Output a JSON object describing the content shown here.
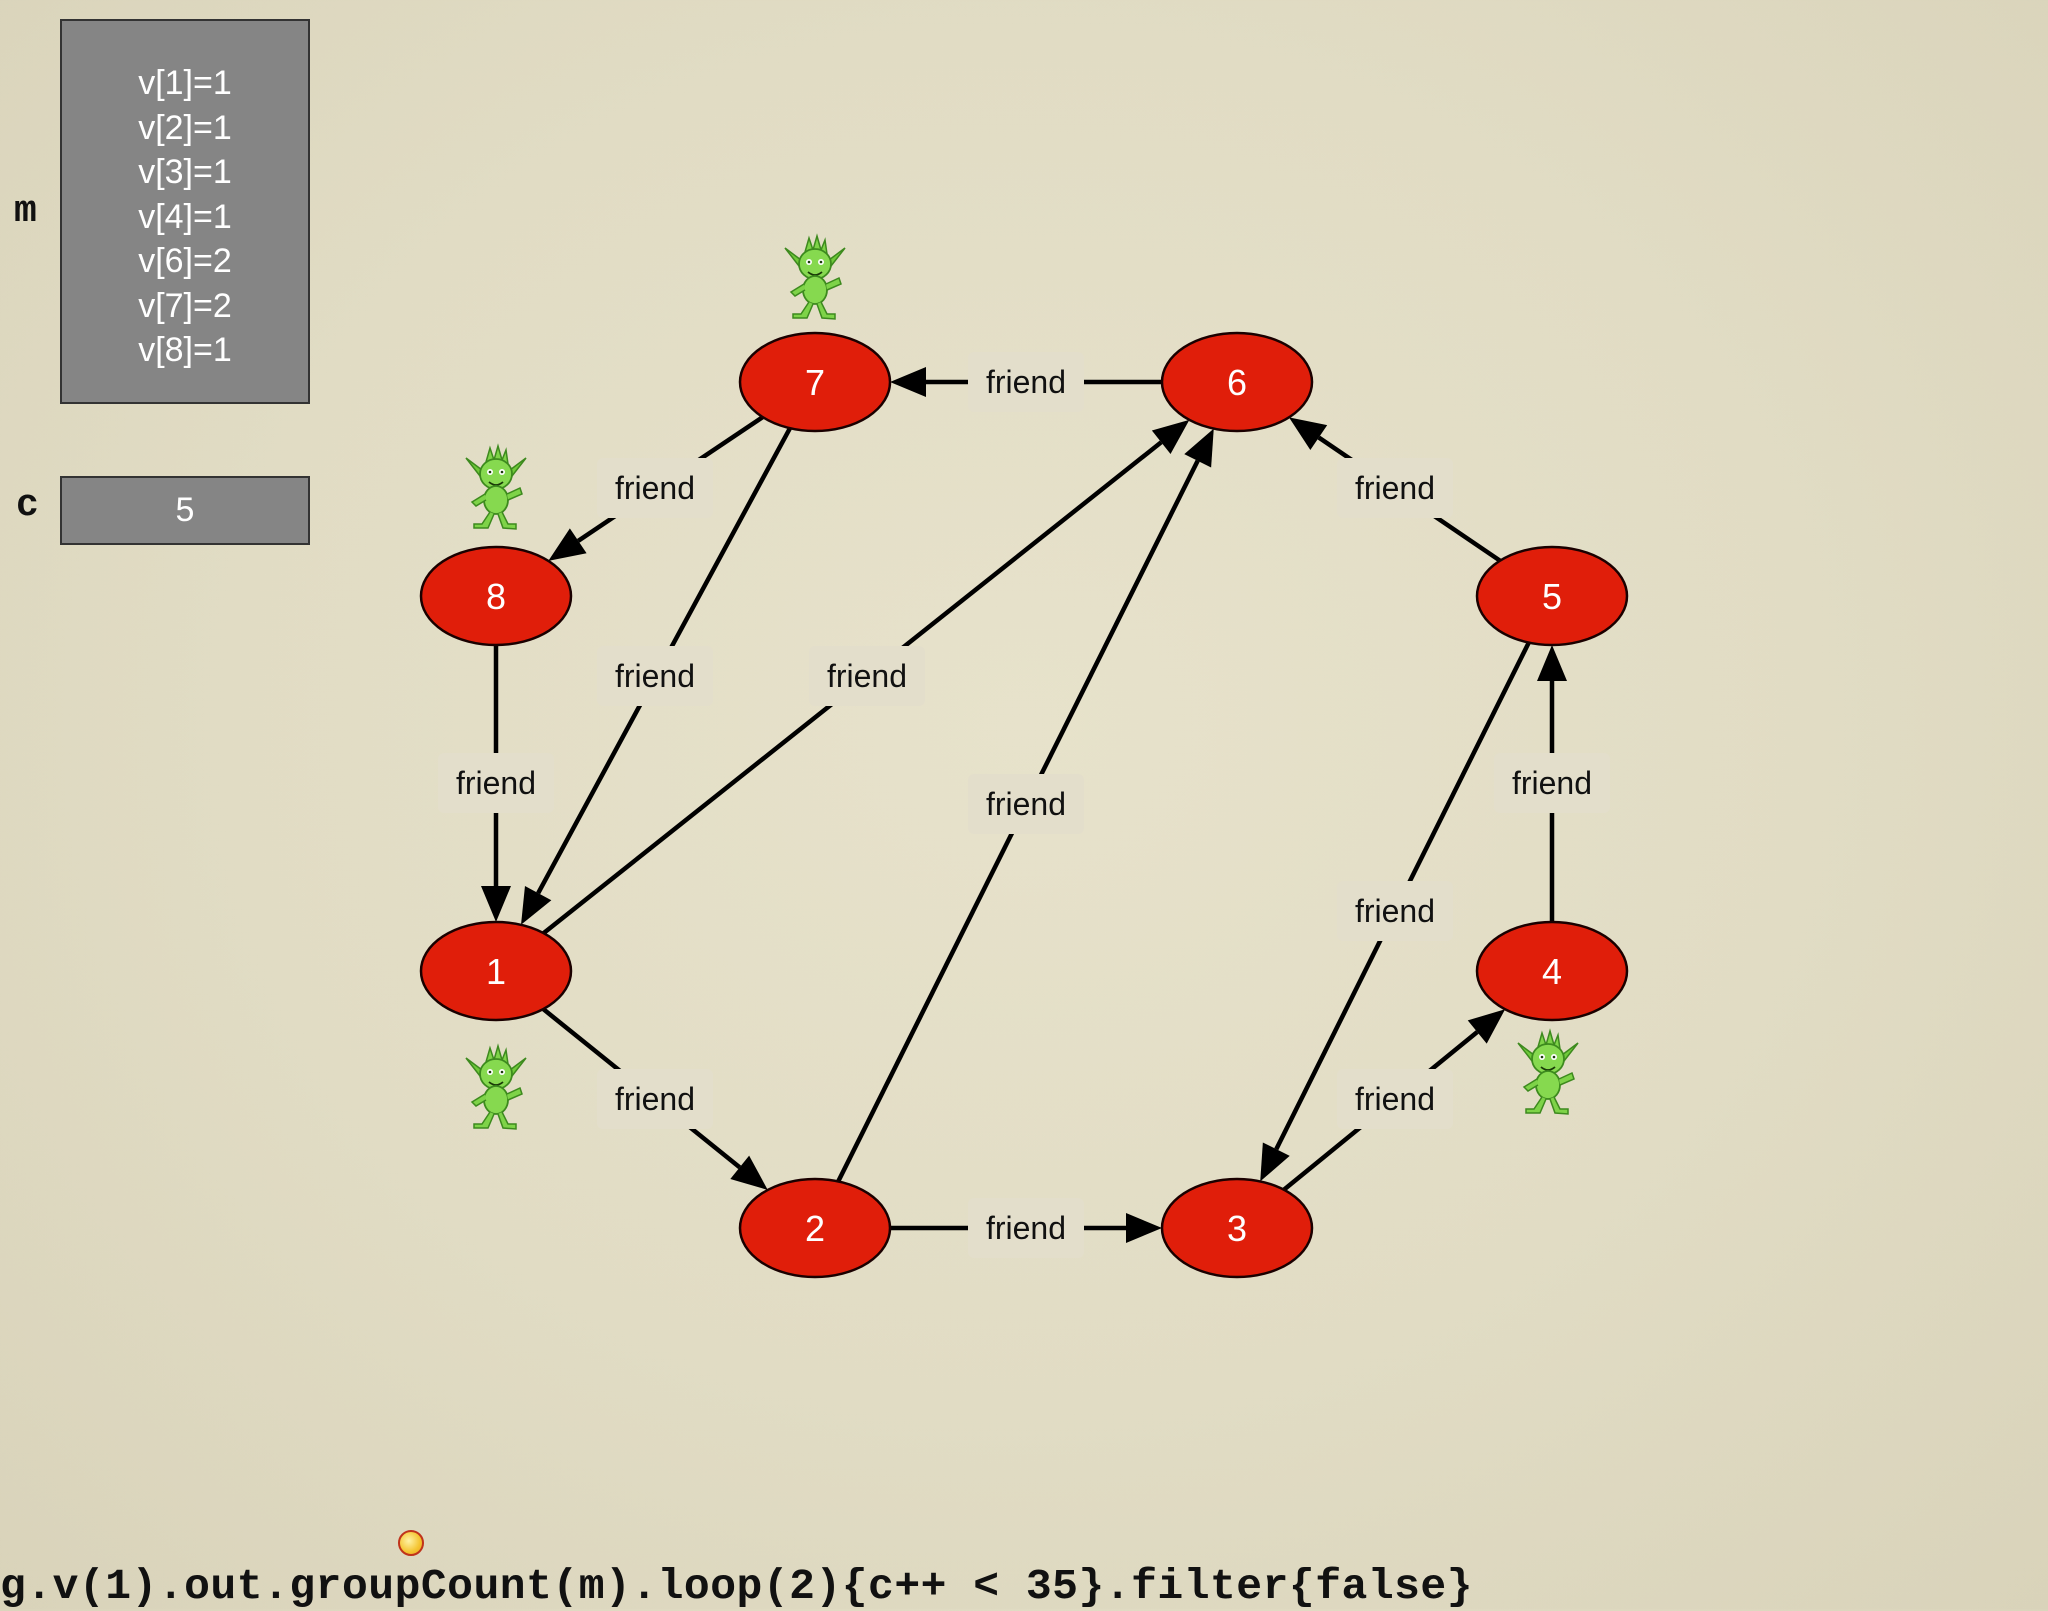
{
  "memory": {
    "label": "m",
    "entries": [
      "v[1]=1",
      "v[2]=1",
      "v[3]=1",
      "v[4]=1",
      "v[6]=2",
      "v[7]=2",
      "v[8]=1"
    ]
  },
  "counter": {
    "label": "c",
    "value": "5"
  },
  "graph": {
    "nodes": [
      {
        "id": "1",
        "label": "1"
      },
      {
        "id": "2",
        "label": "2"
      },
      {
        "id": "3",
        "label": "3"
      },
      {
        "id": "4",
        "label": "4"
      },
      {
        "id": "5",
        "label": "5"
      },
      {
        "id": "6",
        "label": "6"
      },
      {
        "id": "7",
        "label": "7"
      },
      {
        "id": "8",
        "label": "8"
      }
    ],
    "edges": [
      {
        "from": "6",
        "to": "7",
        "label": "friend"
      },
      {
        "from": "7",
        "to": "8",
        "label": "friend"
      },
      {
        "from": "7",
        "to": "1",
        "label": "friend"
      },
      {
        "from": "1",
        "to": "6",
        "label": "friend"
      },
      {
        "from": "8",
        "to": "1",
        "label": "friend"
      },
      {
        "from": "2",
        "to": "6",
        "label": "friend"
      },
      {
        "from": "5",
        "to": "6",
        "label": "friend"
      },
      {
        "from": "4",
        "to": "5",
        "label": "friend"
      },
      {
        "from": "5",
        "to": "3",
        "label": "friend"
      },
      {
        "from": "1",
        "to": "2",
        "label": "friend"
      },
      {
        "from": "2",
        "to": "3",
        "label": "friend"
      },
      {
        "from": "3",
        "to": "4",
        "label": "friend"
      }
    ],
    "traversers_at": [
      "7",
      "8",
      "1",
      "4"
    ],
    "node_color": "#e01e0a"
  },
  "code": "g.v(1).out.groupCount(m).loop(2){c++ < 35}.filter{false}"
}
